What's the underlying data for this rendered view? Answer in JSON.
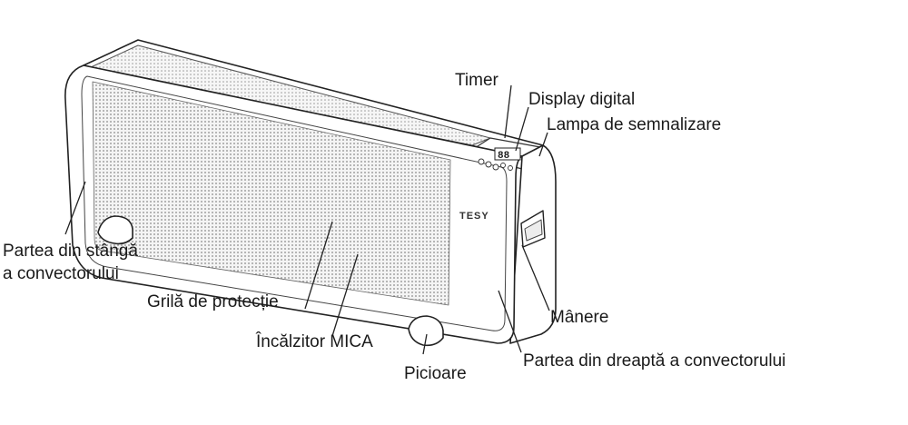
{
  "brand": "TESY",
  "display_digits": "88",
  "labels": {
    "timer": "Timer",
    "display": "Display digital",
    "lamp": "Lampa de semnalizare",
    "left_side_line1": "Partea din stângă",
    "left_side_line2": "a convectorului",
    "grille": "Grilă de protecție",
    "heater": "Încălzitor MICA",
    "feet": "Picioare",
    "handles": "Mânere",
    "right_side": "Partea din dreaptă a convectorului"
  }
}
